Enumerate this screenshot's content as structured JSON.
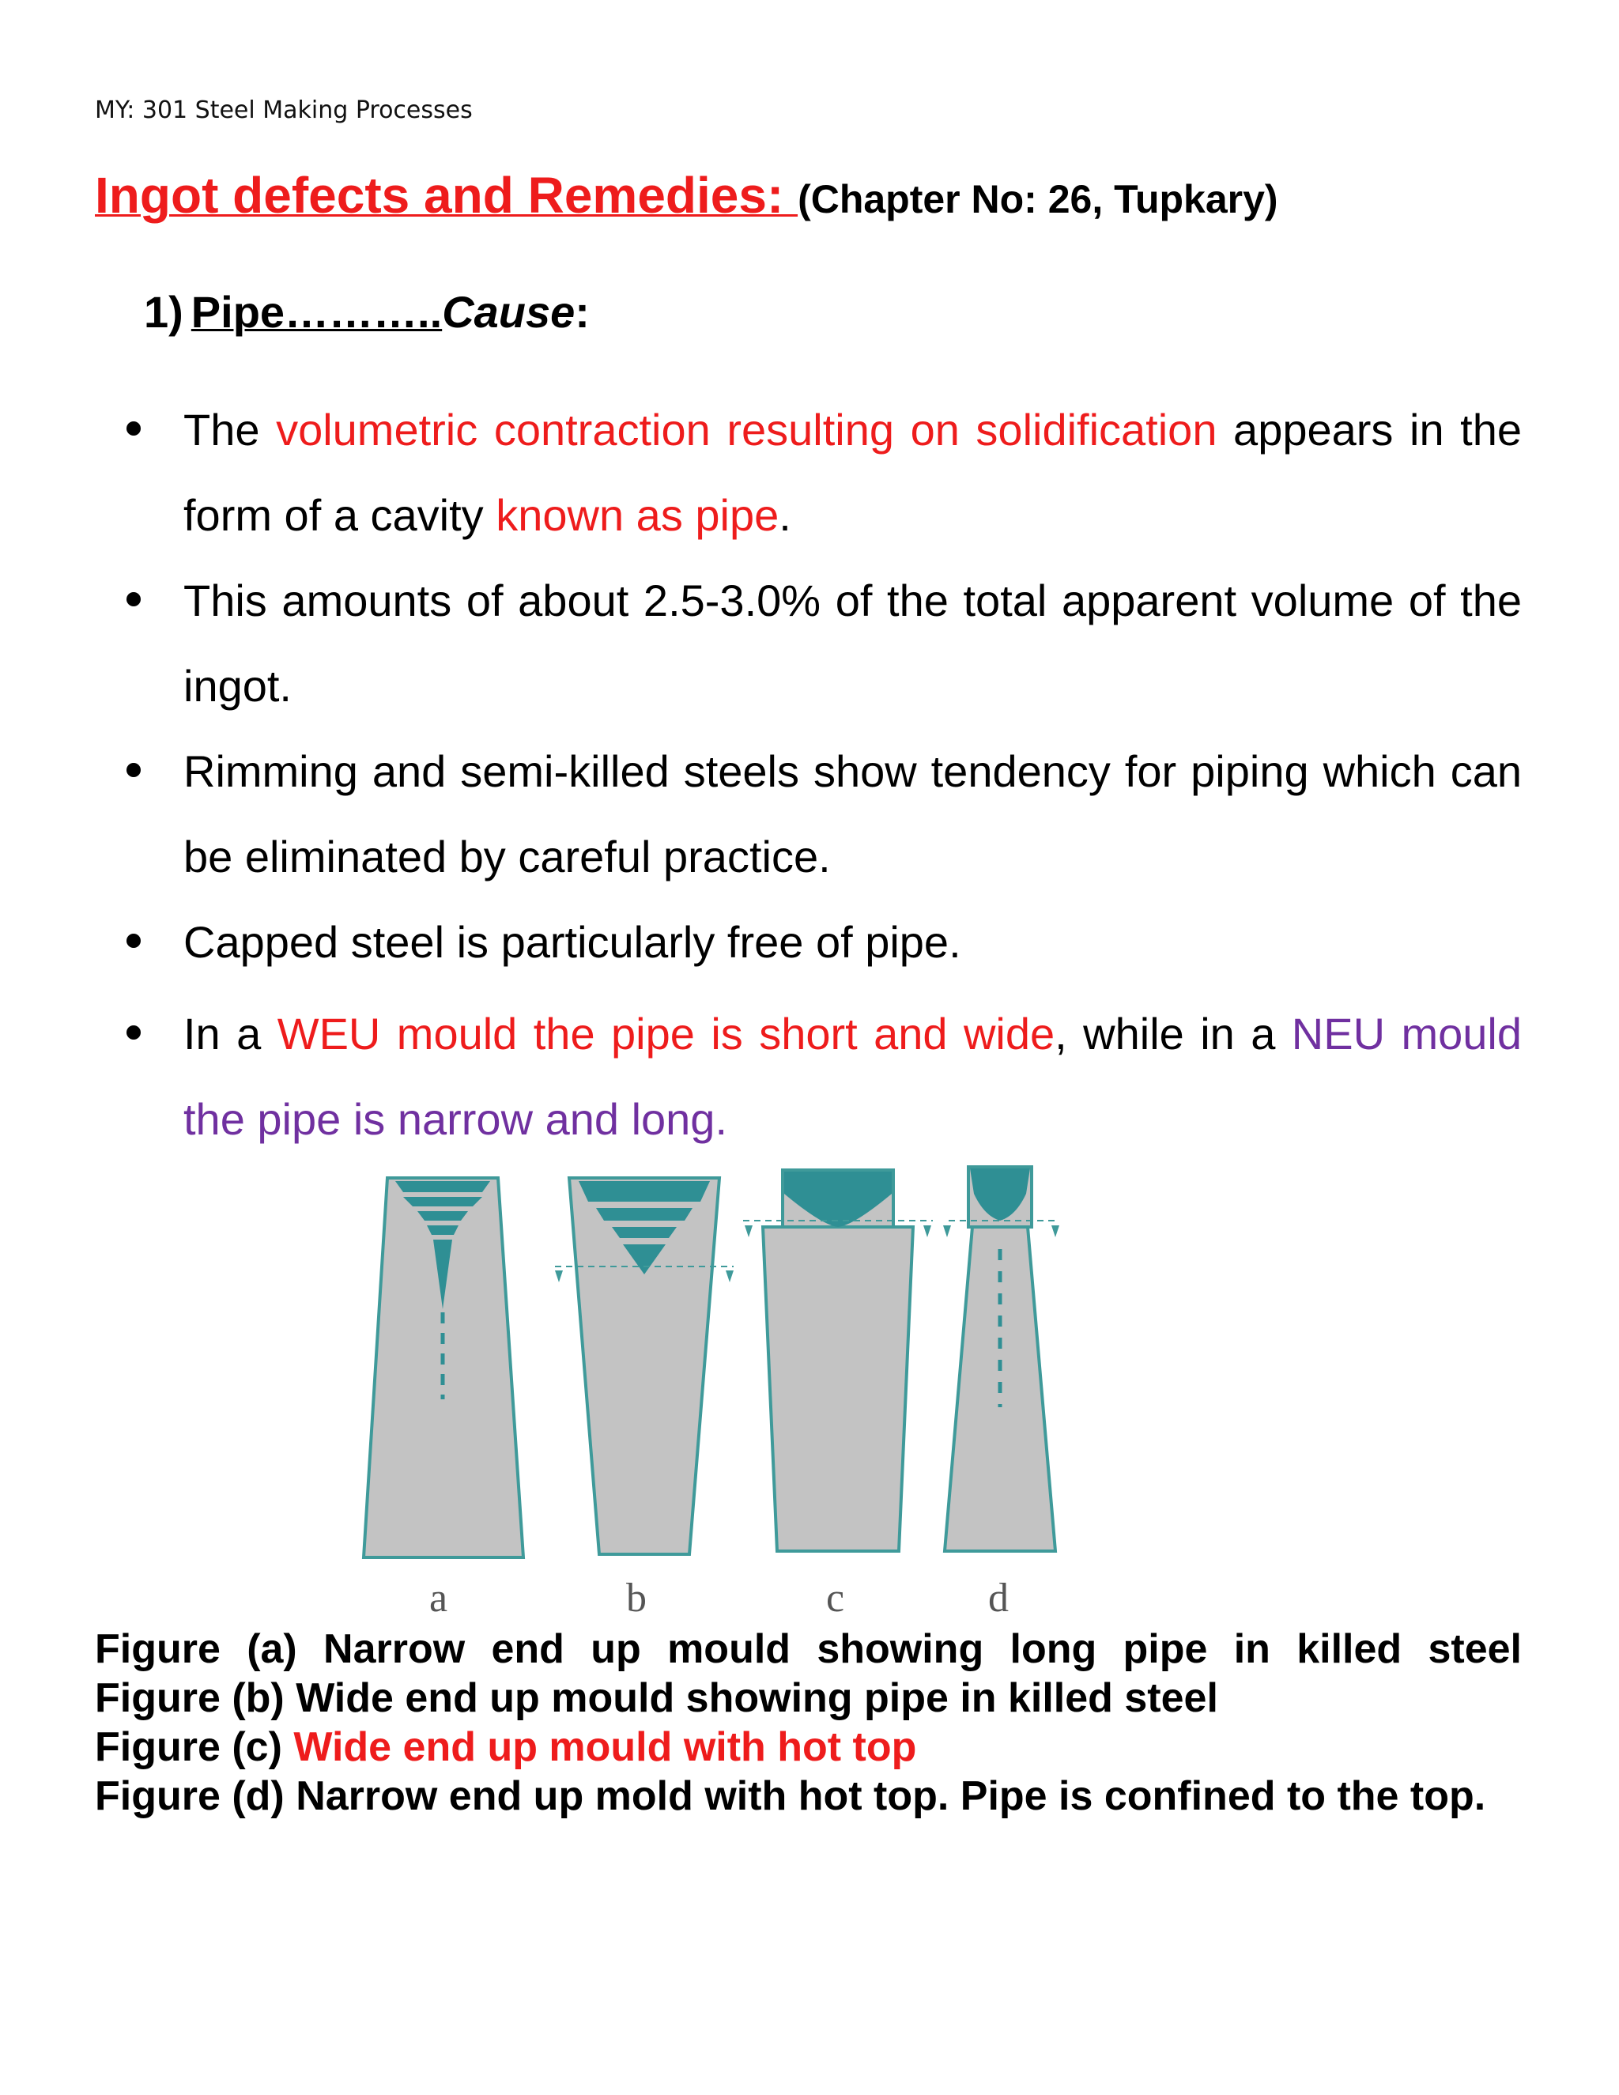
{
  "header": "MY: 301 Steel Making Processes",
  "title": {
    "main": "Ingot defects and Remedies: ",
    "sub": "(Chapter No: 26, Tupkary)"
  },
  "section": {
    "number": "1)",
    "name": "Pipe………..",
    "cause": "Cause",
    "colon": ":"
  },
  "bullets": [
    {
      "segments": [
        {
          "text": "The ",
          "color": "black"
        },
        {
          "text": "volumetric contraction resulting on solidification",
          "color": "red"
        },
        {
          "text": " appears in the form of a cavity ",
          "color": "black"
        },
        {
          "text": "known as pipe",
          "color": "red"
        },
        {
          "text": ".",
          "color": "black"
        }
      ]
    },
    {
      "segments": [
        {
          "text": "This amounts of about 2.5-3.0% of the total apparent volume of the ingot.",
          "color": "black"
        }
      ]
    },
    {
      "segments": [
        {
          "text": "Rimming and semi-killed steels show tendency for piping which can be eliminated by careful practice.",
          "color": "black"
        }
      ]
    },
    {
      "segments": [
        {
          "text": "Capped steel is particularly free of pipe.",
          "color": "black"
        }
      ]
    },
    {
      "segments": [
        {
          "text": "In a ",
          "color": "black"
        },
        {
          "text": "WEU mould the pipe is short and wide",
          "color": "red"
        },
        {
          "text": ", while in a ",
          "color": "black"
        },
        {
          "text": "NEU mould the pipe is narrow and long.",
          "color": "purple"
        }
      ]
    }
  ],
  "figure": {
    "labels": [
      "a",
      "b",
      "c",
      "d"
    ],
    "colors": {
      "ingot": "#c3c3c3",
      "outline": "#3f9a9a",
      "pipe": "#2f8f94"
    }
  },
  "captions": [
    {
      "prefix": "Figure (a) ",
      "text": "Narrow end up mould showing long pipe in killed steel",
      "color": "black"
    },
    {
      "prefix": "Figure (b) ",
      "text": "Wide end up mould showing pipe in killed steel",
      "color": "black"
    },
    {
      "prefix": "Figure (c) ",
      "text": "Wide end up mould with hot top",
      "color": "red"
    },
    {
      "prefix": "Figure (d) ",
      "text": "Narrow end up mold with hot top. Pipe is confined to the top.",
      "color": "black"
    }
  ],
  "colors": {
    "red": "#ee1c1c",
    "purple": "#7030a0"
  }
}
